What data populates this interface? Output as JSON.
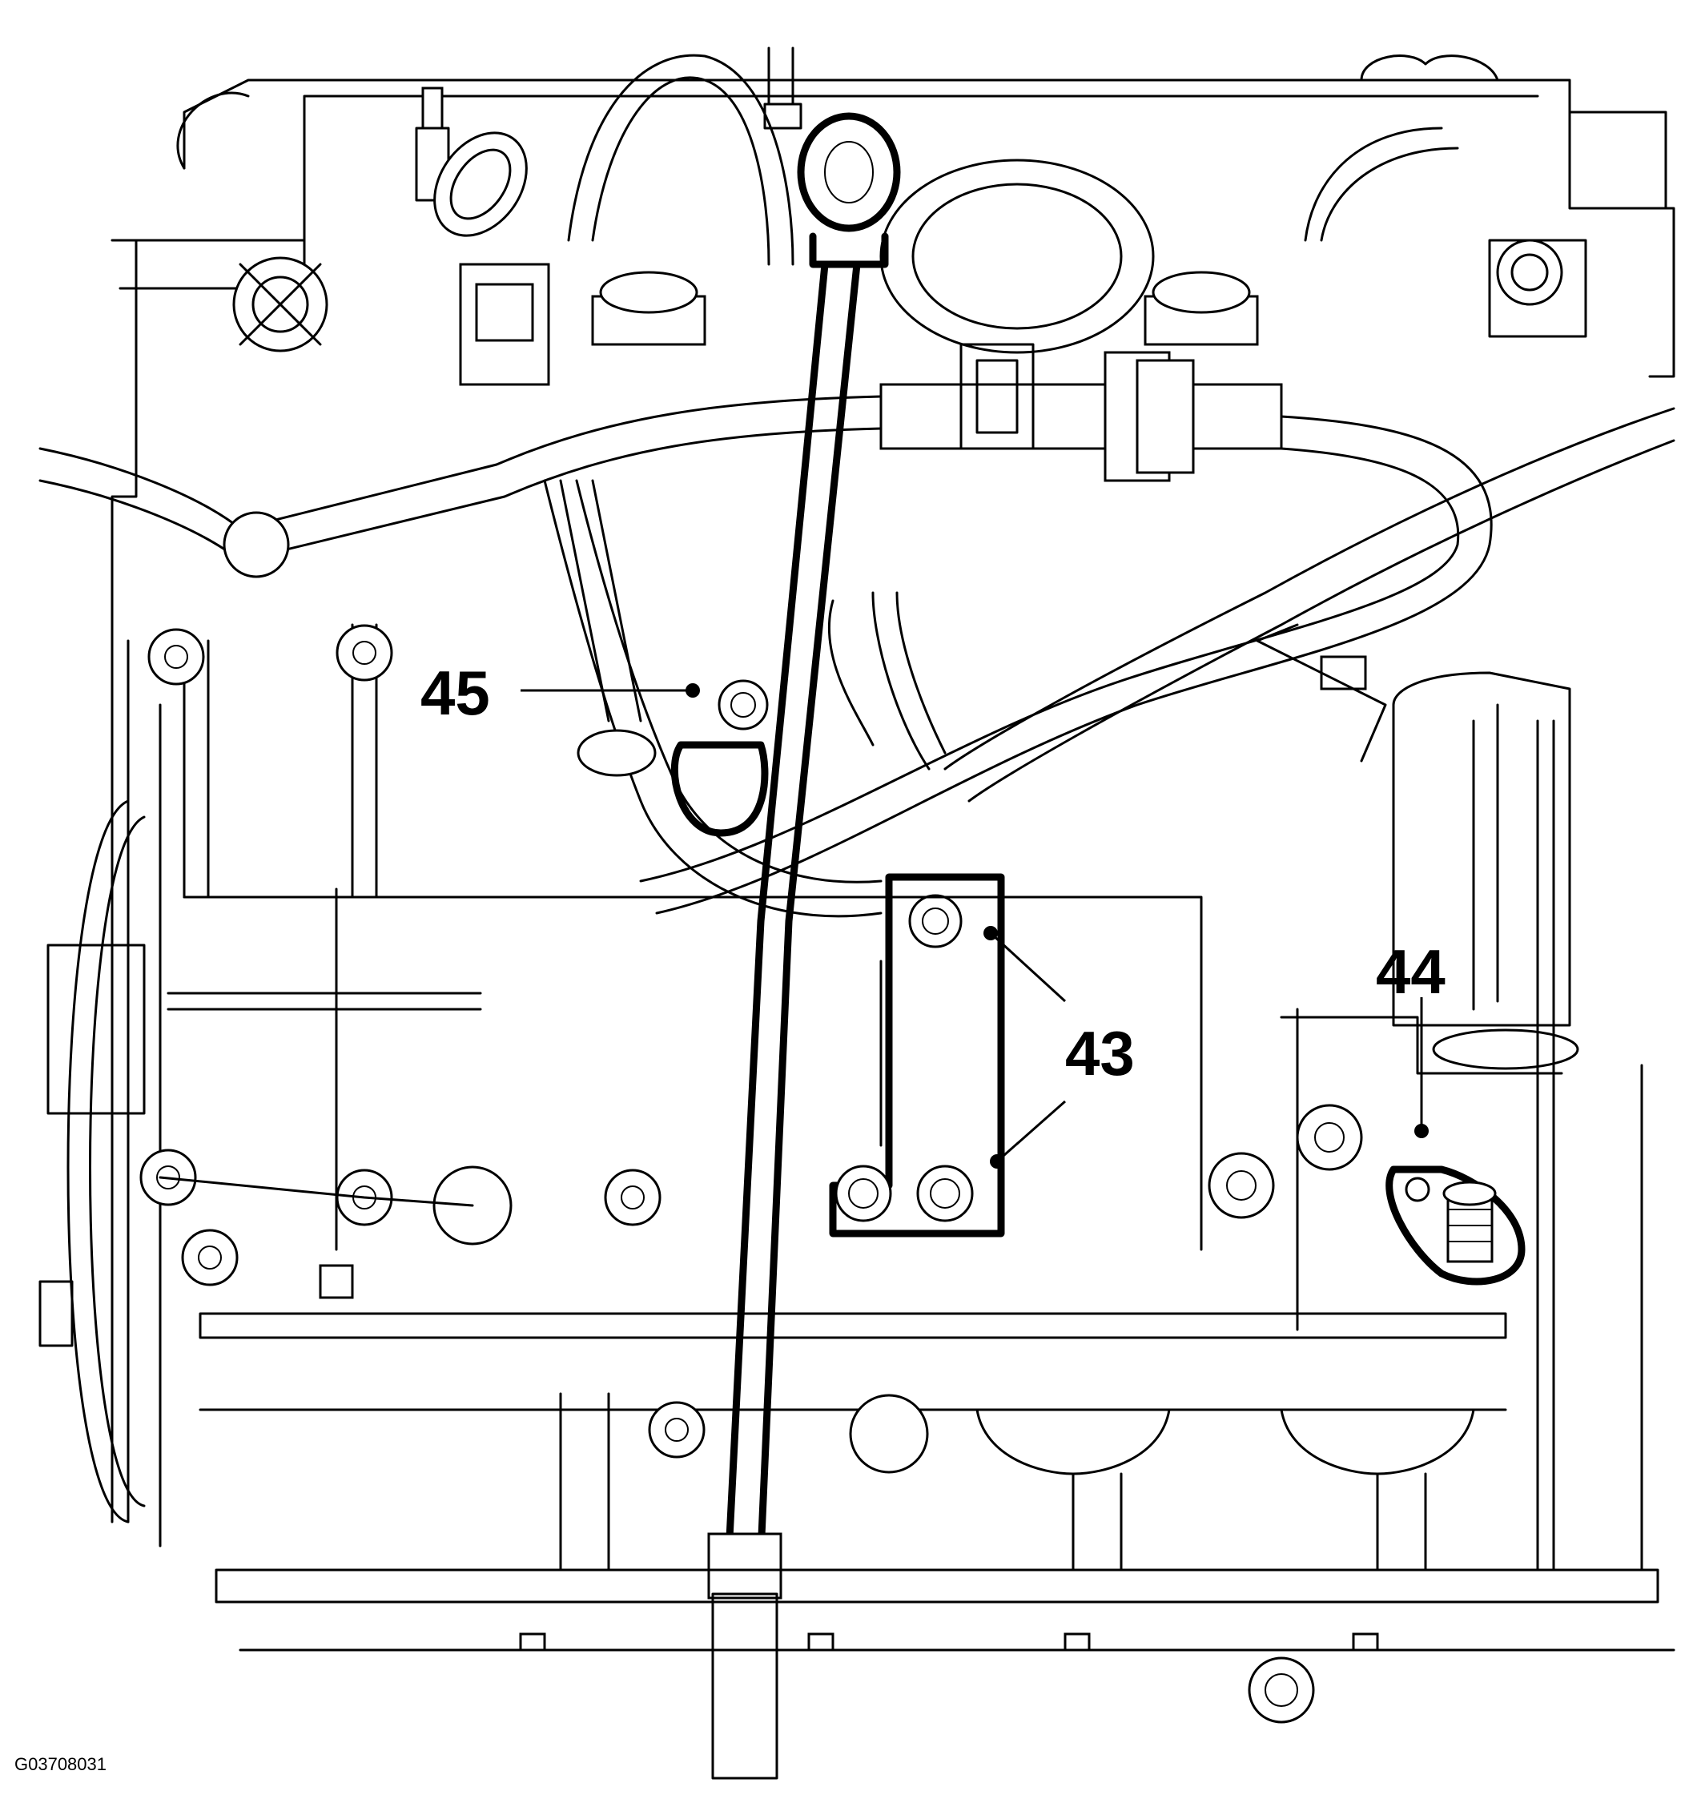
{
  "figure": {
    "id_code": "G03708031",
    "callouts": [
      {
        "label": "45",
        "target": "oil-level-indicator-tube-bolt"
      },
      {
        "label": "43",
        "target": "oil-level-indicator-tube-bracket-bolts"
      },
      {
        "label": "44",
        "target": "oil-level-indicator-tube-lower-bolt"
      }
    ]
  }
}
